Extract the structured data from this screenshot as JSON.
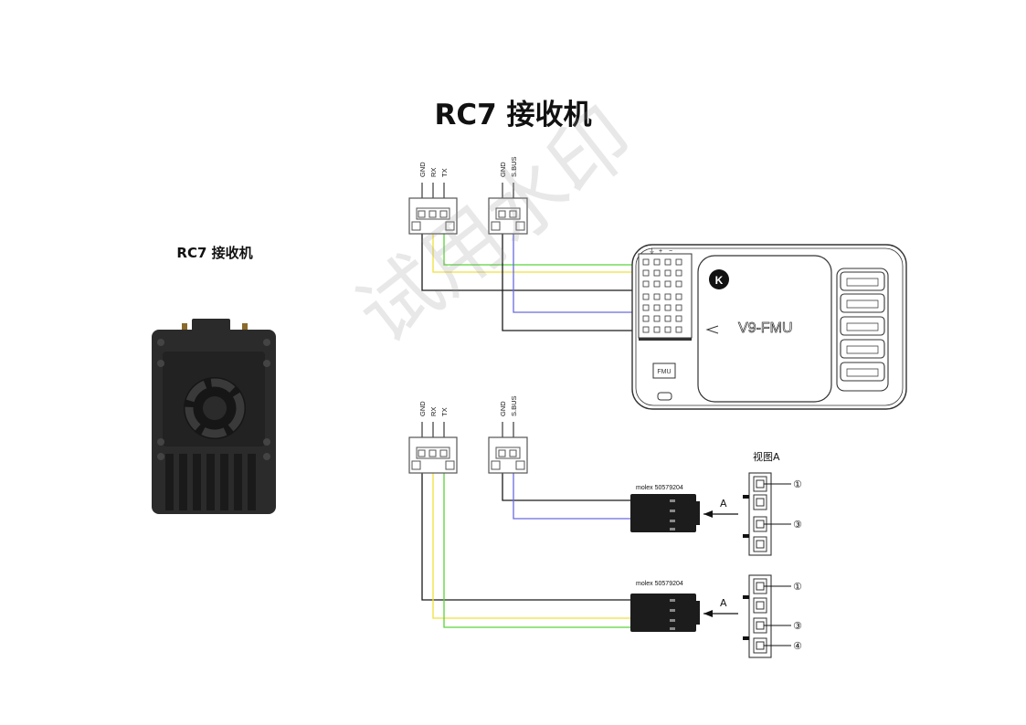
{
  "title": "RC7 接收机",
  "receiver_label": "RC7 接收机",
  "watermark": "试用水印",
  "connectors": {
    "top_3pin": [
      "GND",
      "RX",
      "TX"
    ],
    "top_2pin": [
      "GND",
      "S.BUS"
    ],
    "bottom_3pin": [
      "GND",
      "RX",
      "TX"
    ],
    "bottom_2pin": [
      "GND",
      "S.BUS"
    ]
  },
  "fmu": {
    "model": "V9-FMU",
    "tag": "FMU",
    "header_signs": [
      "⏚",
      "+",
      "−"
    ]
  },
  "molex": {
    "part_upper": "molex 50579204",
    "part_lower": "molex 50579204",
    "arrow_label": "A"
  },
  "view": {
    "title": "视图A",
    "upper_pins": [
      "①",
      "③"
    ],
    "lower_pins": [
      "①",
      "③",
      "④"
    ]
  },
  "colors": {
    "wire_black": "#1a1a1a",
    "wire_green": "#5ad33a",
    "wire_yellow": "#f0e03a",
    "wire_blue": "#6a6ae0"
  }
}
